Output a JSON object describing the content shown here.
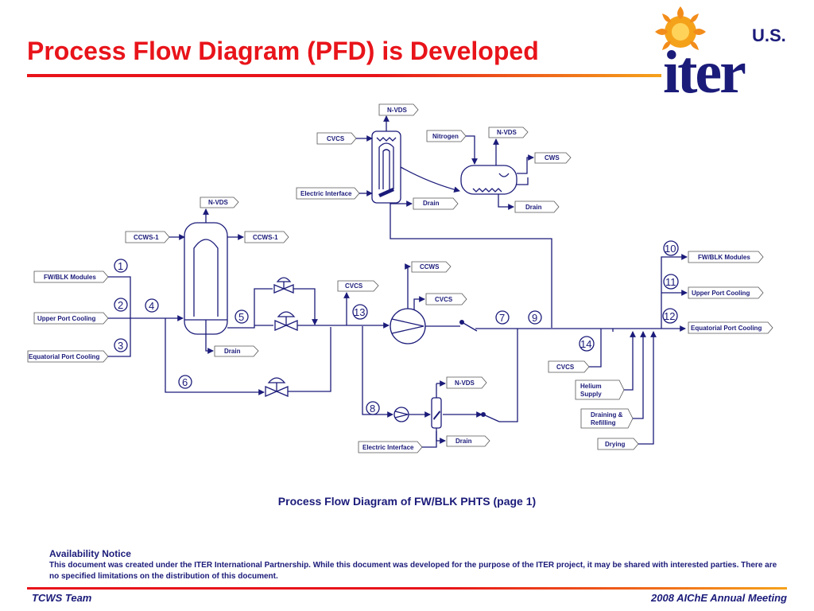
{
  "header": {
    "title": "Process Flow Diagram (PFD) is Developed",
    "logo_small": "U.S.",
    "logo_main": "iter"
  },
  "diagram": {
    "labels": {
      "nvds_top": "N-VDS",
      "cvcs_top": "CVCS",
      "nitrogen": "Nitrogen",
      "nvds_tank": "N-VDS",
      "cws": "CWS",
      "electric_interface_top": "Electric Interface",
      "drain_top": "Drain",
      "drain_tank": "Drain",
      "nvds_left": "N-VDS",
      "ccws1_left": "CCWS-1",
      "ccws1_right": "CCWS-1",
      "fw_blk_in": "FW/BLK Modules",
      "upper_port_in": "Upper Port  Cooling",
      "equatorial_in": "Equatorial Port Cooling",
      "drain_hx": "Drain",
      "ccws_pump": "CCWS",
      "cvcs_pump_top": "CVCS",
      "cvcs_pump": "CVCS",
      "fw_blk_out": "FW/BLK Modules",
      "upper_port_out": "Upper Port  Cooling",
      "equatorial_out": "Equatorial Port Cooling",
      "cvcs_right": "CVCS",
      "helium_supply_1": "Helium",
      "helium_supply_2": "Supply",
      "draining_refilling_1": "Draining &",
      "draining_refilling_2": "Refilling",
      "drying": "Drying",
      "nvds_bottom": "N-VDS",
      "drain_bottom": "Drain",
      "electric_interface_bottom": "Electric Interface"
    },
    "node_numbers": [
      "1",
      "2",
      "3",
      "4",
      "5",
      "6",
      "7",
      "8",
      "9",
      "10",
      "11",
      "12",
      "13",
      "14"
    ]
  },
  "caption": "Process Flow Diagram of FW/BLK PHTS (page 1)",
  "notice": {
    "title": "Availability Notice",
    "text": "This document was created under the ITER International Partnership. While this document was developed for the purpose of the ITER project, it may be shared with interested parties. There are no specified limitations on the distribution of this document."
  },
  "footer": {
    "left": "TCWS Team",
    "right": "2008 AIChE Annual Meeting"
  },
  "colors": {
    "title_red": "#e8141a",
    "accent_orange": "#f5a21b",
    "text_navy": "#1b1b7a"
  }
}
